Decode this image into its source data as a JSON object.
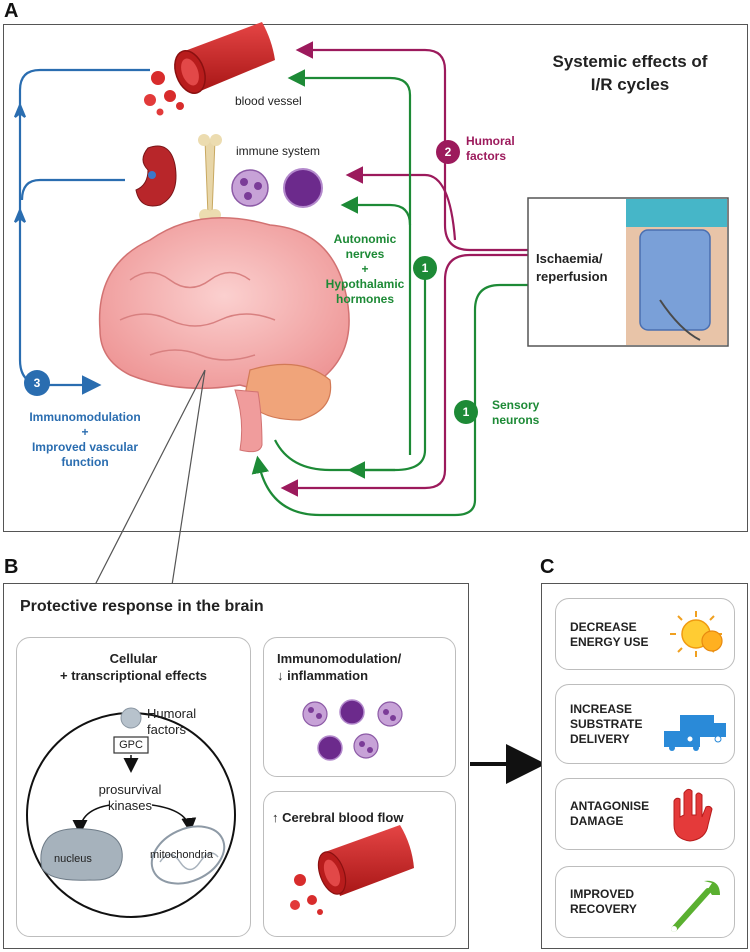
{
  "panelA": {
    "letter": "A",
    "title_line1": "Systemic effects of",
    "title_line2": "I/R cycles",
    "blood_vessel": "blood vessel",
    "immune_system": "immune system",
    "humoral_num": "2",
    "humoral_line1": "Humoral",
    "humoral_line2": "factors",
    "autonomic_num": "1",
    "autonomic_line1": "Autonomic",
    "autonomic_line2": "nerves",
    "autonomic_line3": "+",
    "autonomic_line4": "Hypothalamic",
    "autonomic_line5": "hormones",
    "ischaemia_line1": "Ischaemia/",
    "ischaemia_line2": "reperfusion",
    "sensory_num": "1",
    "sensory_line1": "Sensory",
    "sensory_line2": "neurons",
    "immuno_num": "3",
    "immuno_line1": "Immunomodulation",
    "immuno_line2": "+",
    "immuno_line3": "Improved vascular",
    "immuno_line4": "function"
  },
  "panelB": {
    "letter": "B",
    "title": "Protective response in the brain",
    "cellular_line1": "Cellular",
    "cellular_line2": "+ transcriptional effects",
    "humoral_line1": "Humoral",
    "humoral_line2": "factors",
    "gpc": "GPC",
    "prosurvival_line1": "prosurvival",
    "prosurvival_line2": "kinases",
    "nucleus": "nucleus",
    "mitochondria": "mitochondria",
    "immuno_line1": "Immunomodulation/",
    "immuno_line2": "inflammation",
    "cbf": "Cerebral blood flow"
  },
  "panelC": {
    "letter": "C",
    "items": [
      {
        "line1": "DECREASE",
        "line2": "ENERGY USE",
        "icon": "sun-icon"
      },
      {
        "line1": "INCREASE",
        "line2": "SUBSTRATE",
        "line3": "DELIVERY",
        "icon": "truck-icon"
      },
      {
        "line1": "ANTAGONISE",
        "line2": "DAMAGE",
        "icon": "hand-icon"
      },
      {
        "line1": "IMPROVED",
        "line2": "RECOVERY",
        "icon": "wrench-icon"
      }
    ]
  },
  "colors": {
    "green": "#1d8a36",
    "purple": "#9c1a5c",
    "blue": "#2a6db0",
    "red": "#d32a2a",
    "brain": "#f3a6a6"
  }
}
